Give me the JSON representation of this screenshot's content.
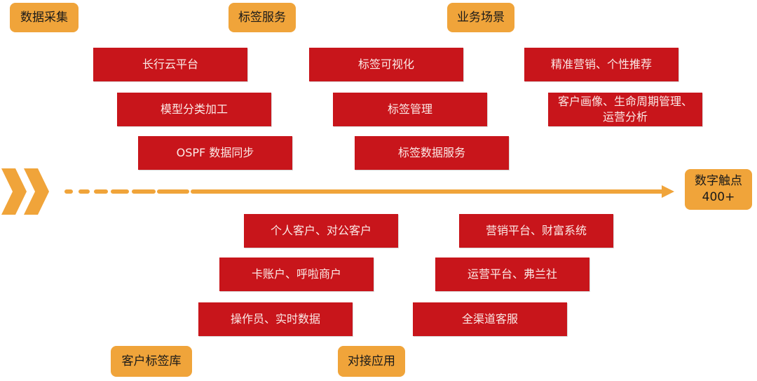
{
  "colors": {
    "tag_fill": "#f0a43a",
    "box_fill": "#c8151b",
    "box_text": "#fbe9e6",
    "arrow": "#f0a43a"
  },
  "headers": {
    "data_collection": "数据采集",
    "tag_service": "标签服务",
    "business_scenario": "业务场景",
    "customer_tag_library": "客户标签库",
    "external_application": "对接应用"
  },
  "touchpoints": {
    "title": "数字触点",
    "count": "400+"
  },
  "data_collection": [
    "长行云平台",
    "模型分类加工",
    "OSPF 数据同步"
  ],
  "tag_service": [
    "标签可视化",
    "标签管理",
    "标签数据服务"
  ],
  "business_scenario": [
    "精准营销、个性推荐",
    "客户画像、生命周期管理、运营分析"
  ],
  "customer_tag_library": [
    "个人客户、对公客户",
    "卡账户、呼啦商户",
    "操作员、实时数据"
  ],
  "external_application": [
    "营销平台、财富系统",
    "运营平台、弗兰社",
    "全渠道客服"
  ],
  "icons": {
    "chevrons": "double-chevron-right-icon",
    "arrow": "dashed-arrow-icon"
  }
}
